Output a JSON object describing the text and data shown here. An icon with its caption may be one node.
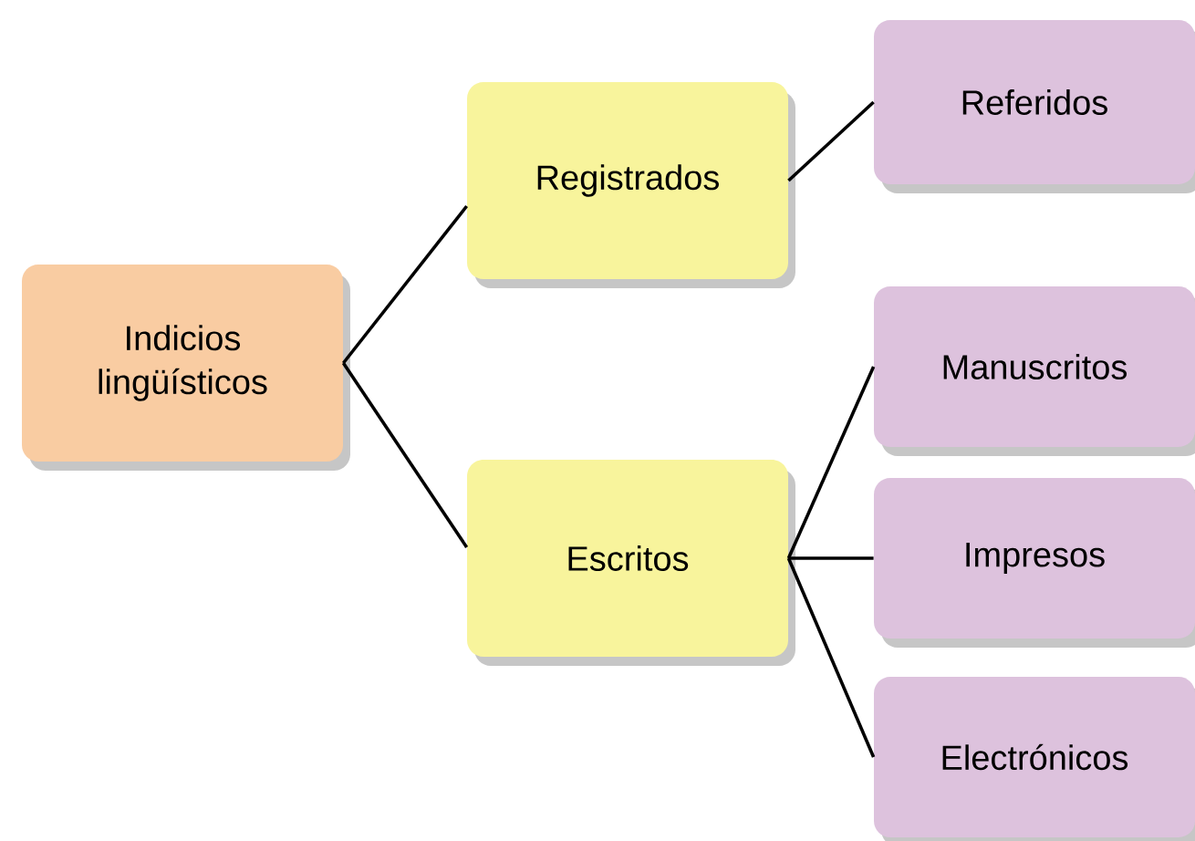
{
  "diagram": {
    "nodes": [
      {
        "text": [
          "Indicios lingüísticos"
        ]
      },
      {
        "text": [
          "Registrados"
        ]
      },
      {
        "text": [
          "Escritos"
        ]
      },
      {
        "text": [
          "Referidos"
        ]
      },
      {
        "text": [
          "Manuscritos"
        ]
      },
      {
        "text": [
          "Impresos"
        ]
      },
      {
        "text": [
          "Electrónicos"
        ]
      }
    ],
    "edges": [
      {
        "from": 0,
        "to": 1,
        "arrow": "none"
      },
      {
        "from": 0,
        "to": 2,
        "arrow": "none"
      },
      {
        "from": 1,
        "to": 3,
        "arrow": "none"
      },
      {
        "from": 2,
        "to": 4,
        "arrow": "none"
      },
      {
        "from": 2,
        "to": 5,
        "arrow": "none"
      },
      {
        "from": 2,
        "to": 6,
        "arrow": "none"
      }
    ]
  }
}
